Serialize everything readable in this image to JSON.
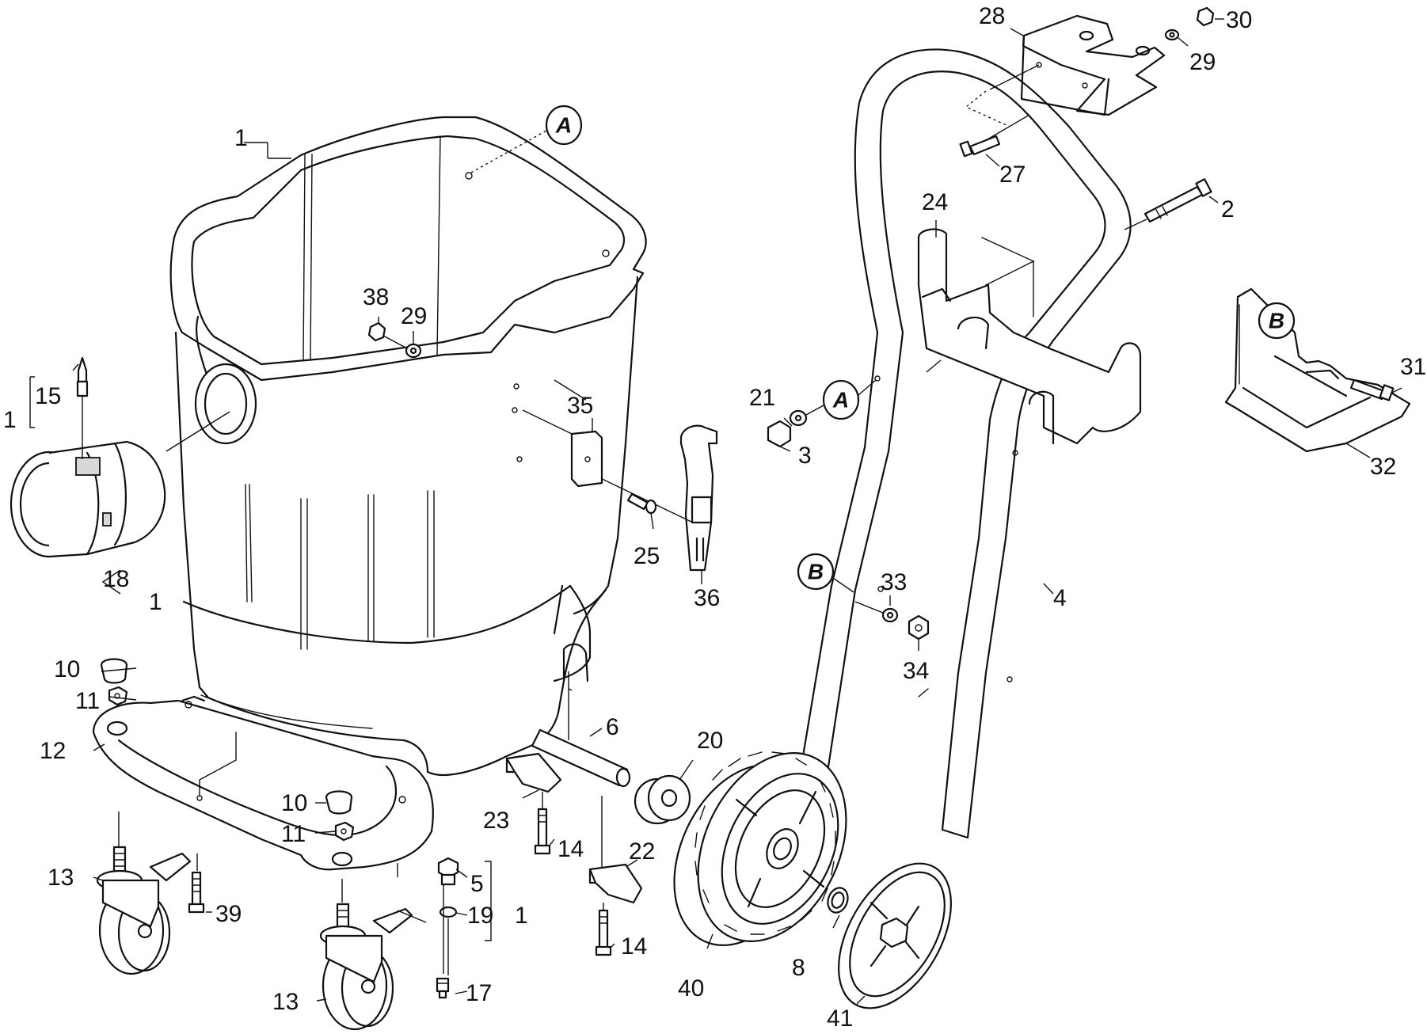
{
  "diagram": {
    "callouts": [
      {
        "id": "c28",
        "text": "28"
      },
      {
        "id": "c30",
        "text": "30"
      },
      {
        "id": "c29a",
        "text": "29"
      },
      {
        "id": "c27",
        "text": "27"
      },
      {
        "id": "c2",
        "text": "2"
      },
      {
        "id": "c24",
        "text": "24"
      },
      {
        "id": "c1a",
        "text": "1"
      },
      {
        "id": "c38",
        "text": "38"
      },
      {
        "id": "c29b",
        "text": "29"
      },
      {
        "id": "c15",
        "text": "15"
      },
      {
        "id": "c1b",
        "text": "1"
      },
      {
        "id": "c35",
        "text": "35"
      },
      {
        "id": "c21",
        "text": "21"
      },
      {
        "id": "c3",
        "text": "3"
      },
      {
        "id": "c31",
        "text": "31"
      },
      {
        "id": "c32",
        "text": "32"
      },
      {
        "id": "c25",
        "text": "25"
      },
      {
        "id": "c18",
        "text": "18"
      },
      {
        "id": "c1c",
        "text": "1"
      },
      {
        "id": "c36",
        "text": "36"
      },
      {
        "id": "c33",
        "text": "33"
      },
      {
        "id": "c4",
        "text": "4"
      },
      {
        "id": "c34",
        "text": "34"
      },
      {
        "id": "c10a",
        "text": "10"
      },
      {
        "id": "c11a",
        "text": "11"
      },
      {
        "id": "c12",
        "text": "12"
      },
      {
        "id": "c6",
        "text": "6"
      },
      {
        "id": "c20",
        "text": "20"
      },
      {
        "id": "c10b",
        "text": "10"
      },
      {
        "id": "c11b",
        "text": "11"
      },
      {
        "id": "c23",
        "text": "23"
      },
      {
        "id": "c14a",
        "text": "14"
      },
      {
        "id": "c22",
        "text": "22"
      },
      {
        "id": "c13a",
        "text": "13"
      },
      {
        "id": "c5",
        "text": "5"
      },
      {
        "id": "c39",
        "text": "39"
      },
      {
        "id": "c19",
        "text": "19"
      },
      {
        "id": "c1d",
        "text": "1"
      },
      {
        "id": "c14b",
        "text": "14"
      },
      {
        "id": "c8",
        "text": "8"
      },
      {
        "id": "c40",
        "text": "40"
      },
      {
        "id": "c13b",
        "text": "13"
      },
      {
        "id": "c17",
        "text": "17"
      },
      {
        "id": "c41",
        "text": "41"
      }
    ],
    "reference_marks": [
      {
        "id": "refA1",
        "text": "A"
      },
      {
        "id": "refA2",
        "text": "A"
      },
      {
        "id": "refB1",
        "text": "B"
      },
      {
        "id": "refB2",
        "text": "B"
      }
    ]
  }
}
